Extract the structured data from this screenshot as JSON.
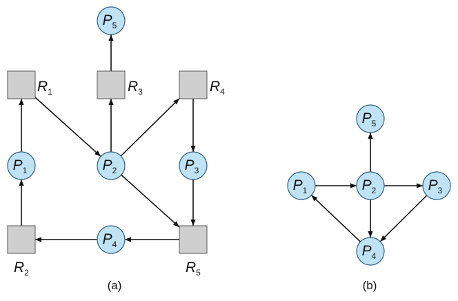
{
  "colors": {
    "process_fill": "#bfe3f5",
    "process_stroke": "#2b5f86",
    "resource_fill": "#cfcfcf",
    "resource_stroke": "#555555",
    "edge": "#111111"
  },
  "diagram_a": {
    "caption": "(a)",
    "processes": [
      {
        "id": "a-P1",
        "letter": "P",
        "sub": "1"
      },
      {
        "id": "a-P2",
        "letter": "P",
        "sub": "2"
      },
      {
        "id": "a-P3",
        "letter": "P",
        "sub": "3"
      },
      {
        "id": "a-P4",
        "letter": "P",
        "sub": "4"
      },
      {
        "id": "a-P5",
        "letter": "P",
        "sub": "5"
      }
    ],
    "resources": [
      {
        "id": "a-R1",
        "letter": "R",
        "sub": "1"
      },
      {
        "id": "a-R2",
        "letter": "R",
        "sub": "2"
      },
      {
        "id": "a-R3",
        "letter": "R",
        "sub": "3"
      },
      {
        "id": "a-R4",
        "letter": "R",
        "sub": "4"
      },
      {
        "id": "a-R5",
        "letter": "R",
        "sub": "5"
      }
    ],
    "edges": [
      [
        "a-P1",
        "a-R1"
      ],
      [
        "a-R2",
        "a-P1"
      ],
      [
        "a-R1",
        "a-P2"
      ],
      [
        "a-P2",
        "a-R3"
      ],
      [
        "a-R3",
        "a-P5"
      ],
      [
        "a-P2",
        "a-R4"
      ],
      [
        "a-R4",
        "a-P3"
      ],
      [
        "a-P3",
        "a-R5"
      ],
      [
        "a-P2",
        "a-R5"
      ],
      [
        "a-R5",
        "a-P4"
      ],
      [
        "a-P4",
        "a-R2"
      ]
    ]
  },
  "diagram_b": {
    "caption": "(b)",
    "processes": [
      {
        "id": "b-P1",
        "letter": "P",
        "sub": "1"
      },
      {
        "id": "b-P2",
        "letter": "P",
        "sub": "2"
      },
      {
        "id": "b-P3",
        "letter": "P",
        "sub": "3"
      },
      {
        "id": "b-P4",
        "letter": "P",
        "sub": "4"
      },
      {
        "id": "b-P5",
        "letter": "P",
        "sub": "5"
      }
    ],
    "edges": [
      [
        "b-P1",
        "b-P2"
      ],
      [
        "b-P2",
        "b-P3"
      ],
      [
        "b-P2",
        "b-P5"
      ],
      [
        "b-P2",
        "b-P4"
      ],
      [
        "b-P3",
        "b-P4"
      ],
      [
        "b-P4",
        "b-P1"
      ]
    ]
  }
}
